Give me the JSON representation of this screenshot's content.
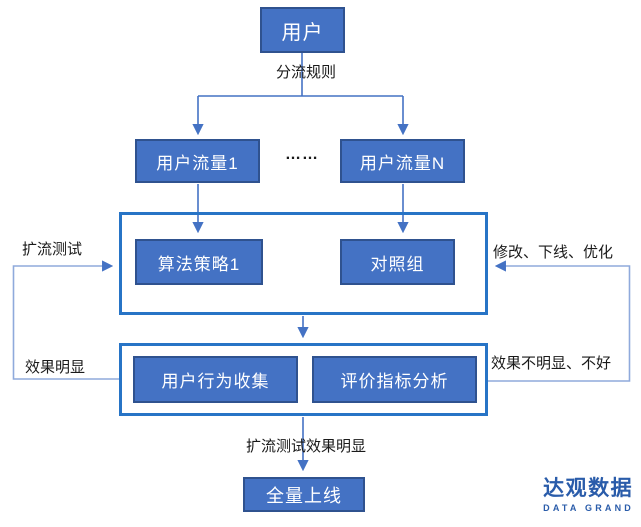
{
  "nodes": {
    "user": "用户",
    "flow1": "用户流量1",
    "flowN": "用户流量N",
    "algo": "算法策略1",
    "control": "对照组",
    "behavior": "用户行为收集",
    "metrics": "评价指标分析",
    "launch": "全量上线"
  },
  "labels": {
    "split_rule": "分流规则",
    "ellipsis": "……",
    "expand_test": "扩流测试",
    "effect_obvious": "效果明显",
    "modify_offline_optimize": "修改、下线、优化",
    "effect_not_obvious": "效果不明显、不好",
    "expand_test_effect": "扩流测试效果明显"
  },
  "logo": {
    "cn": "达观数据",
    "en": "DATA GRAND"
  },
  "colors": {
    "node_fill": "#4472C4",
    "node_border": "#2F528F",
    "container_border": "#2774C6",
    "connector": "#4472C4",
    "loop_connector": "#8FAADC",
    "logo_color": "#2A5CAA",
    "label_color": "#1a1a1a",
    "node_text": "#FFFFFF"
  }
}
